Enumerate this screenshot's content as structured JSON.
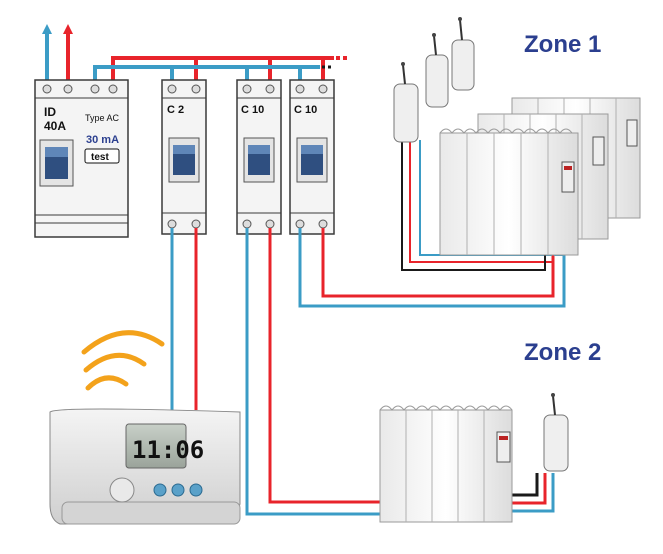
{
  "zones": {
    "zone1_label": "Zone 1",
    "zone2_label": "Zone 2"
  },
  "breakers": {
    "main": {
      "line1": "ID",
      "line2": "40A",
      "type": "Type AC",
      "sensitivity": "30 mA",
      "test_label": "test"
    },
    "b1": {
      "label": "C 2"
    },
    "b2": {
      "label": "C 10"
    },
    "b3": {
      "label": "C 10"
    }
  },
  "thermostat": {
    "time": "11:06"
  },
  "colors": {
    "live_wire": "#e8242b",
    "neutral_wire": "#3b9cc6",
    "control_wire": "#1a1a1a",
    "zone_title": "#2b3f8f",
    "wifi": "#f3a21b"
  }
}
